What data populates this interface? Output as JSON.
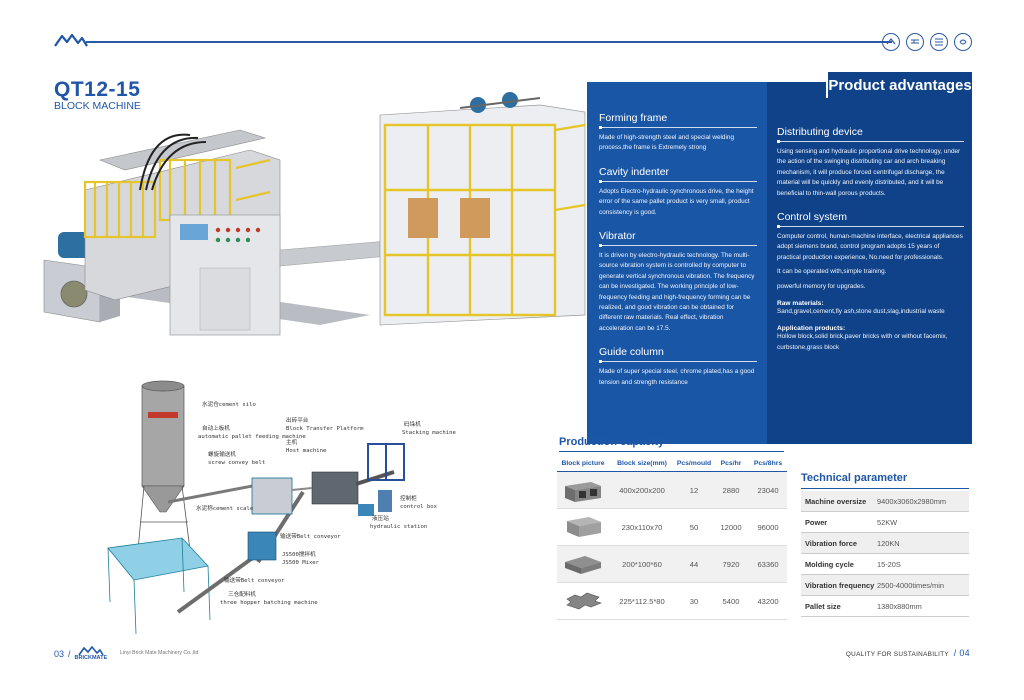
{
  "header": {
    "icons": [
      "brick-pattern-icon-1",
      "brick-pattern-icon-2",
      "brick-pattern-icon-3",
      "brick-pattern-icon-4"
    ]
  },
  "product": {
    "model": "QT12-15",
    "subtitle": "BLOCK MACHINE"
  },
  "layout_labels": {
    "cement_silo": "水泥仓cement silo",
    "pallet_feeding": "自动上板机",
    "pallet_feeding_en": "automatic pallet feeding machine",
    "screw_conveyor": "螺旋输送机",
    "screw_conveyor_en": "screw convey belt",
    "transfer_platform": "出砖平台",
    "transfer_platform_en": "Block Transfer Platform",
    "host": "主机",
    "host_en": "Host machine",
    "stacking": "码垛机",
    "stacking_en": "Stacking machine",
    "control_box": "控制柜",
    "control_box_en": "control box",
    "hydraulic": "液压站",
    "hydraulic_en": "hydraulic station",
    "cement_scale": "水泥称cement scale",
    "belt1": "输送带Belt conveyor",
    "mixer": "JS500搅拌机",
    "mixer_en": "JS500 Mixer",
    "belt2": "输送带Belt conveyor",
    "batching": "三仓配料机",
    "batching_en": "three hopper batching machine"
  },
  "advantages": {
    "title": "Product advantages",
    "left": [
      {
        "heading": "Forming frame",
        "text": "Made of high-strength steel and special welding process,the frame is Extremely strong"
      },
      {
        "heading": "Cavity indenter",
        "text": "Adopts Electro-hydraulic synchronous drive, the height error of the same pallet product is very small, product consistency is good."
      },
      {
        "heading": "Vibrator",
        "text": "It is driven by electro-hydraulic technology. The multi-source vibration system is controlled by computer to generate vertical synchronous vibration. The frequency can be investigated. The working principle of low-frequency feeding and high-frequency forming can be realized, and good vibration can be obtained for different raw materials. Real effect, vibration acceleration can be 17.5."
      },
      {
        "heading": "Guide column",
        "text": "Made of super special steel, chrome plated,has a good tension and strength resistance"
      }
    ],
    "right": [
      {
        "heading": "Distributing device",
        "text": "Using sensing and hydraulic proportional drive technology, under the action of the swinging distributing car and arch breaking mechanism, it will produce forced centrifugal discharge, the material will be quickly and evenly distributed, and it will be beneficial to thin-wall porous products."
      },
      {
        "heading": "Control system",
        "text": "Computer control, human-machine interface, electrical appliances adopt siemens brand, control program adopts 15 years of practical production experience, No.need for professionals.",
        "text2": "It can be operated with,simple training.",
        "text3": "powerful memory for upgrades."
      }
    ],
    "raw_materials_label": "Raw materials:",
    "raw_materials": "Sand,gravel,cement,fly ash,stone dust,slag,industrial waste",
    "application_label": "Application products:",
    "application": "Hollow block,solid brick,paver bricks with or without facemix, curbstone,grass block"
  },
  "capacity": {
    "title": "Production capacity",
    "headers": [
      "Block picture",
      "Block size(mm)",
      "Pcs/mould",
      "Pcs/hr",
      "Pcs/8hrs"
    ],
    "rows": [
      {
        "icon": "hollow-block-icon",
        "size": "400x200x200",
        "mould": "12",
        "hr": "2880",
        "hrs8": "23040"
      },
      {
        "icon": "solid-brick-icon",
        "size": "230x110x70",
        "mould": "50",
        "hr": "12000",
        "hrs8": "96000"
      },
      {
        "icon": "paver-block-icon",
        "size": "200*100*60",
        "mould": "44",
        "hr": "7920",
        "hrs8": "63360"
      },
      {
        "icon": "interlock-paver-icon",
        "size": "225*112.5*80",
        "mould": "30",
        "hr": "5400",
        "hrs8": "43200"
      }
    ]
  },
  "technical": {
    "title": "Technical parameter",
    "rows": [
      {
        "key": "Machine oversize",
        "value": "9400x3060x2980mm"
      },
      {
        "key": "Power",
        "value": "52KW"
      },
      {
        "key": "Vibration force",
        "value": "120KN"
      },
      {
        "key": "Molding cycle",
        "value": "15-20S"
      },
      {
        "key": "Vibration frequency",
        "value": "2500-4000times/min"
      },
      {
        "key": "Pallet size",
        "value": "1380x880mm"
      }
    ]
  },
  "footer": {
    "page_left": "03",
    "brand": "BRICKMATE",
    "company": "Linyi Brick Mate Machinery Co.,ltd",
    "slogan": "QUALITY FOR SUSTAINABILITY",
    "page_right": "04"
  }
}
